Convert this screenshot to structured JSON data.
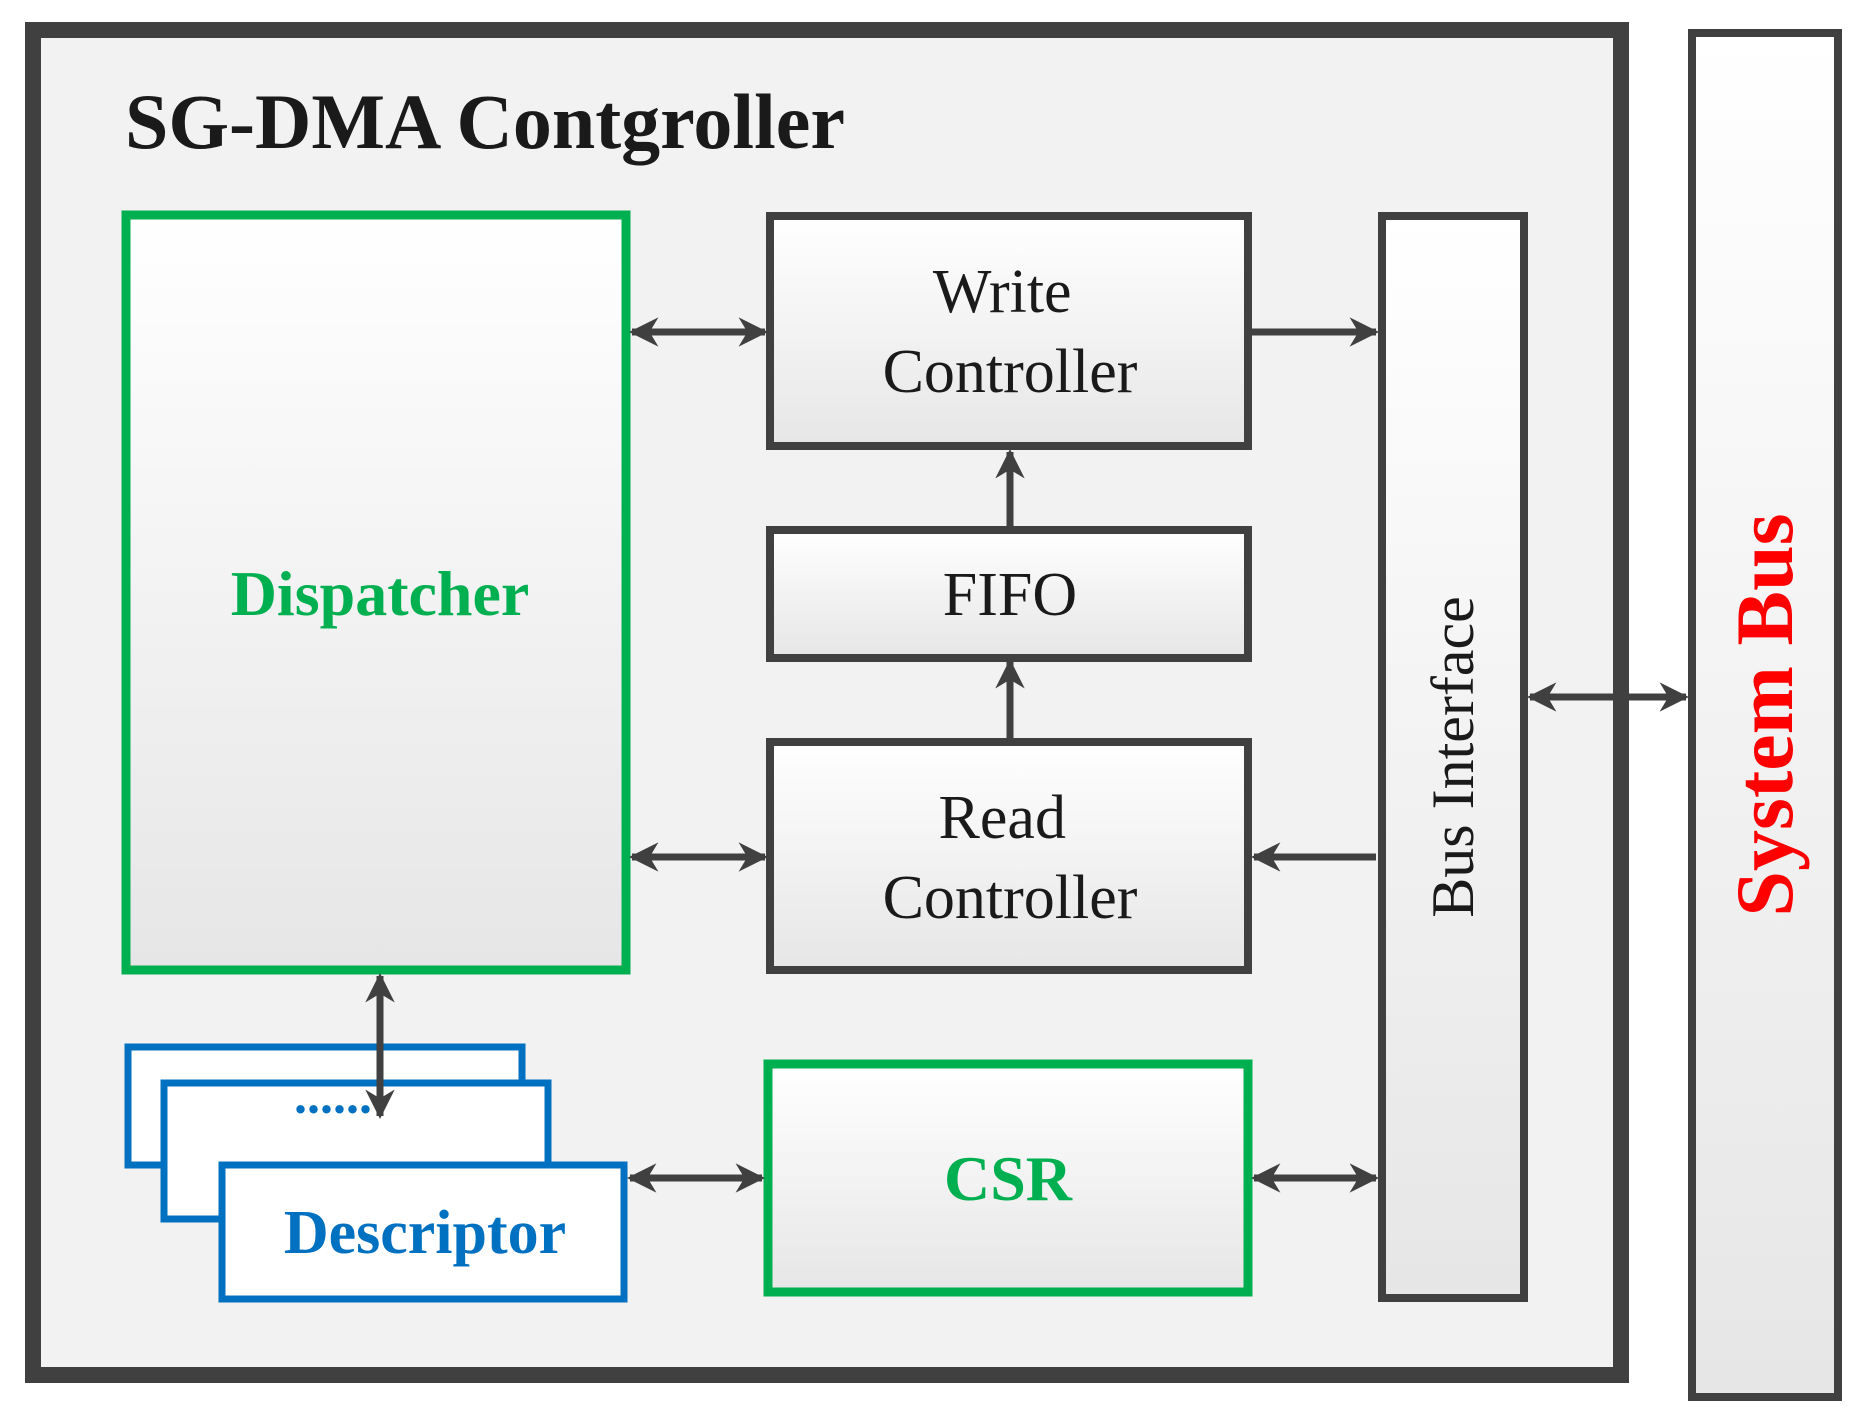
{
  "diagram": {
    "title": "SG-DMA Contgroller",
    "blocks": {
      "dispatcher": "Dispatcher",
      "write_controller": [
        "Write",
        "Controller"
      ],
      "fifo": "FIFO",
      "read_controller": [
        "Read",
        "Controller"
      ],
      "csr": "CSR",
      "descriptor": "Descriptor",
      "descriptor_ellipsis": "......",
      "bus_interface": "Bus Interface",
      "system_bus": "System Bus"
    },
    "colors": {
      "dark": "#404040",
      "green": "#00b050",
      "blue": "#0070c0",
      "red": "#ff0000",
      "panel_fill": "#f2f2f2"
    }
  }
}
